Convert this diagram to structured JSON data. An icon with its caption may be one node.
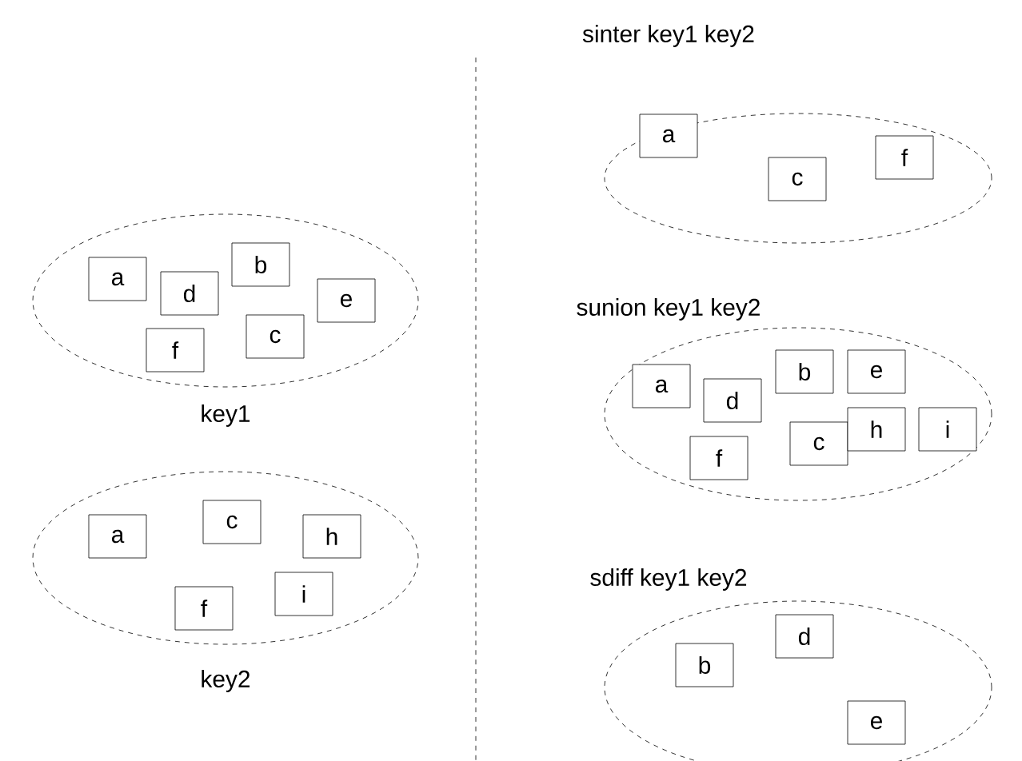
{
  "diagram": {
    "nodes": [
      {
        "text": [
          "key1"
        ]
      },
      {
        "text": [
          "a"
        ],
        "in": 0
      },
      {
        "text": [
          "d"
        ],
        "in": 0
      },
      {
        "text": [
          "b"
        ],
        "in": 0
      },
      {
        "text": [
          "e"
        ],
        "in": 0
      },
      {
        "text": [
          "f"
        ],
        "in": 0
      },
      {
        "text": [
          "c"
        ],
        "in": 0
      },
      {
        "text": [
          "key2"
        ]
      },
      {
        "text": [
          "a"
        ],
        "in": 7
      },
      {
        "text": [
          "c"
        ],
        "in": 7
      },
      {
        "text": [
          "h"
        ],
        "in": 7
      },
      {
        "text": [
          "f"
        ],
        "in": 7
      },
      {
        "text": [
          "i"
        ],
        "in": 7
      },
      {
        "text": [
          "sinter key1 key2"
        ]
      },
      {
        "text": [
          "a"
        ],
        "in": 13
      },
      {
        "text": [
          "c"
        ],
        "in": 13
      },
      {
        "text": [
          "f"
        ],
        "in": 13
      },
      {
        "text": [
          "sunion key1 key2"
        ]
      },
      {
        "text": [
          "a"
        ],
        "in": 17
      },
      {
        "text": [
          "d"
        ],
        "in": 17
      },
      {
        "text": [
          "b"
        ],
        "in": 17
      },
      {
        "text": [
          "e"
        ],
        "in": 17
      },
      {
        "text": [
          "f"
        ],
        "in": 17
      },
      {
        "text": [
          "c"
        ],
        "in": 17
      },
      {
        "text": [
          "h"
        ],
        "in": 17
      },
      {
        "text": [
          "i"
        ],
        "in": 17
      },
      {
        "text": [
          "sdiff key1 key2"
        ]
      },
      {
        "text": [
          "b"
        ],
        "in": 26
      },
      {
        "text": [
          "d"
        ],
        "in": 26
      },
      {
        "text": [
          "e"
        ],
        "in": 26
      }
    ]
  }
}
